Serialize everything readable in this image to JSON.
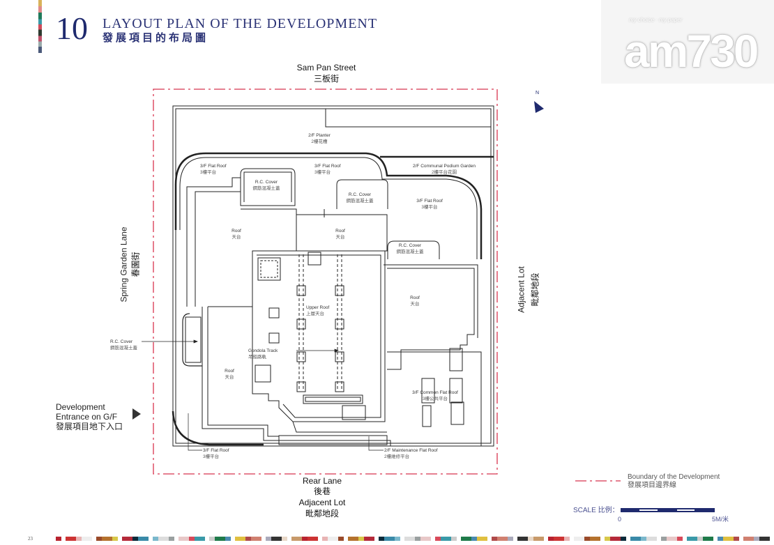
{
  "header": {
    "chapter_number": "10",
    "title": "LAYOUT PLAN OF THE DEVELOPMENT",
    "title_zh": "發展項目的布局圖"
  },
  "logo": {
    "tagline": "my choice · my paper",
    "text": "am730"
  },
  "streets": {
    "north": {
      "en": "Sam Pan Street",
      "zh": "三板街"
    },
    "west": {
      "en": "Spring Garden Lane",
      "zh": "春園街"
    },
    "east": {
      "en": "Adjacent Lot",
      "zh": "毗鄰地段"
    },
    "south": {
      "en": "Rear Lane",
      "zh": "後巷"
    },
    "south2": {
      "en": "Adjacent Lot",
      "zh": "毗鄰地段"
    }
  },
  "north_arrow": "N",
  "entrance": {
    "line1": "Development",
    "line2": "Entrance on G/F",
    "zh": "發展項目地下入口"
  },
  "labels": [
    {
      "en": "2/F Planter",
      "zh": "2樓花槽"
    },
    {
      "en": "3/F Flat Roof",
      "zh": "3樓平台"
    },
    {
      "en": "3/F Flat Roof",
      "zh": "3樓平台"
    },
    {
      "en": "2/F Communal Podium Garden",
      "zh": "2樓平台花園"
    },
    {
      "en": "R.C. Cover",
      "zh": "鋼筋混凝土蓋"
    },
    {
      "en": "R.C. Cover",
      "zh": "鋼筋混凝土蓋"
    },
    {
      "en": "3/F Flat Roof",
      "zh": "3樓平台"
    },
    {
      "en": "Roof",
      "zh": "天台"
    },
    {
      "en": "Roof",
      "zh": "天台"
    },
    {
      "en": "R.C. Cover",
      "zh": "鋼筋混凝土蓋"
    },
    {
      "en": "Upper Roof",
      "zh": "上層天台"
    },
    {
      "en": "Roof",
      "zh": "天台"
    },
    {
      "en": "R.C. Cover",
      "zh": "鋼筋混凝土蓋"
    },
    {
      "en": "Gondola Track",
      "zh": "吊船路軌"
    },
    {
      "en": "Roof",
      "zh": "天台"
    },
    {
      "en": "3/F Common Flat Roof",
      "zh": "3樓公共平台"
    },
    {
      "en": "3/F Flat Roof",
      "zh": "3樓平台"
    },
    {
      "en": "2/F Maintenance Flat Roof",
      "zh": "2樓維修平台"
    }
  ],
  "legend": {
    "en": "Boundary of the Development",
    "zh": "發展項目邊界線"
  },
  "scale": {
    "label": "SCALE 比例：",
    "min": "0",
    "max": "5M/米"
  },
  "page_number": "23",
  "colors": {
    "navy": "#1f2a6e",
    "boundary": "#d8344f"
  }
}
